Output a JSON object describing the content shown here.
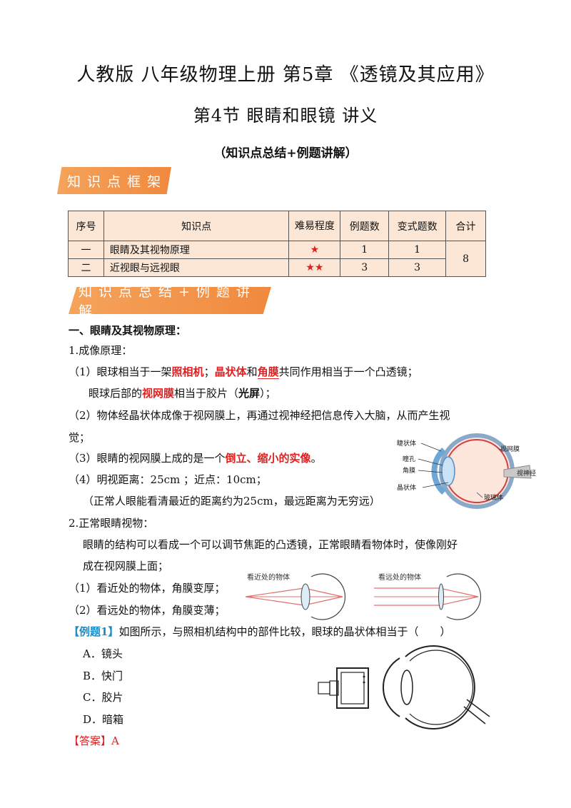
{
  "header": {
    "title_line1": "人教版 八年级物理上册 第5章 《透镜及其应用》",
    "title_line2": "第4节 眼睛和眼镜 讲义",
    "subtitle": "（知识点总结+例题讲解）"
  },
  "banners": {
    "framework": "知识点框架",
    "summary": "知识点总结+例题讲解"
  },
  "table": {
    "headers": [
      "序号",
      "知识点",
      "难易程度",
      "例题数",
      "变式题数",
      "合计"
    ],
    "rows": [
      {
        "no": "一",
        "topic": "眼睛及其视物原理",
        "difficulty": "★",
        "examples": "1",
        "variants": "1"
      },
      {
        "no": "二",
        "topic": "近视眼与远视眼",
        "difficulty": "★★",
        "examples": "3",
        "variants": "3"
      }
    ],
    "total": "8"
  },
  "section1": {
    "heading": "一、眼睛及其视物原理：",
    "p1_title": "1.成像原理：",
    "p1_l1": {
      "a": "（1）眼球相当于一架",
      "b": "照相机",
      "c": "；",
      "d": "晶状体",
      "e": "和",
      "f": "角膜",
      "g": "共同作用相当于一个凸透镜；"
    },
    "p1_l2": {
      "a": "眼球后部的",
      "b": "视网膜",
      "c": "相当于胶片（",
      "d": "光屏",
      "e": "）；"
    },
    "p1_l3": "（2）物体经晶状体成像于视网膜上，再通过视神经把信息传入大脑，从而产生视",
    "p1_l4": "觉；",
    "p1_l5": {
      "a": "（3）眼睛的视网膜上成的是一个",
      "b": "倒立、缩小的实像",
      "c": "。"
    },
    "p1_l6": "（4）明视距离：25cm ；近点：10cm；",
    "p1_l7": "（正常人眼能看清最近的距离约为25cm，最远距离为无穷远）",
    "p2_title": "2.正常眼睛视物：",
    "p2_l1": "眼睛的结构可以看成一个可以调节焦距的凸透镜，正常眼睛看物体时，使像刚好",
    "p2_l2": "成在视网膜上面；",
    "p2_l3": "（1）看近处的物体，角膜变厚；",
    "p2_l4": "（2）看远处的物体，角膜变薄；"
  },
  "eye_diagram": {
    "labels": [
      "睫状体",
      "瞳孔",
      "角膜",
      "晶状体",
      "视网膜",
      "视神经",
      "玻璃体"
    ]
  },
  "focus_diagram": {
    "near_label": "看近处的物体",
    "far_label": "看远处的物体"
  },
  "example1": {
    "tag": "【例题1】",
    "question": "如图所示，与照相机结构中的部件比较，眼球的晶状体相当于（　　）",
    "options": [
      "A．镜头",
      "B．快门",
      "C．胶片",
      "D．暗箱"
    ],
    "answer_tag": "【答案】",
    "answer": "A"
  },
  "colors": {
    "banner": "#f0893e",
    "table_fill": "#fce7d6",
    "highlight_red": "#e02020",
    "example_blue": "#1a8cc8"
  }
}
